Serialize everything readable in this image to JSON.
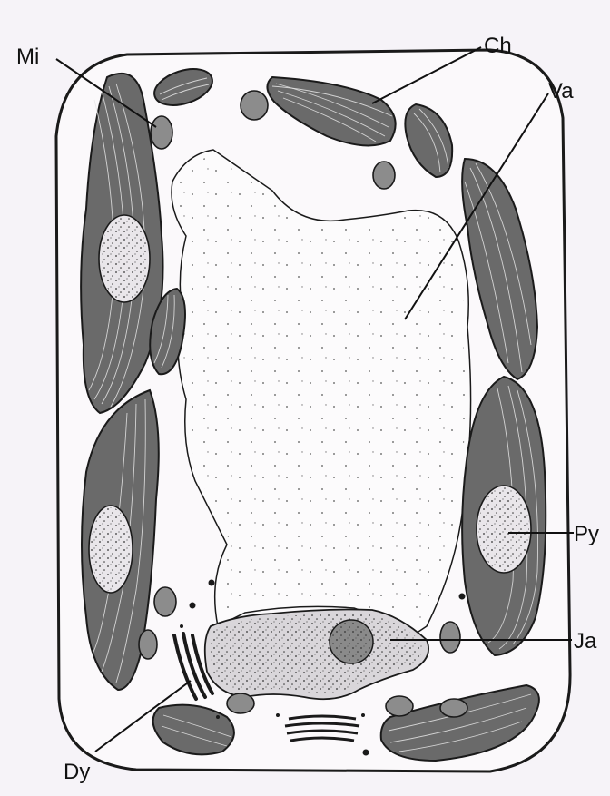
{
  "labels": {
    "mi": "Mi",
    "ch": "Ch",
    "va": "Va",
    "py": "Py",
    "ja": "Ja",
    "dy": "Dy"
  },
  "colors": {
    "background": "#f6f3f8",
    "outline": "#1a1a1a",
    "plastid_fill": "#6a6a6a"
  }
}
